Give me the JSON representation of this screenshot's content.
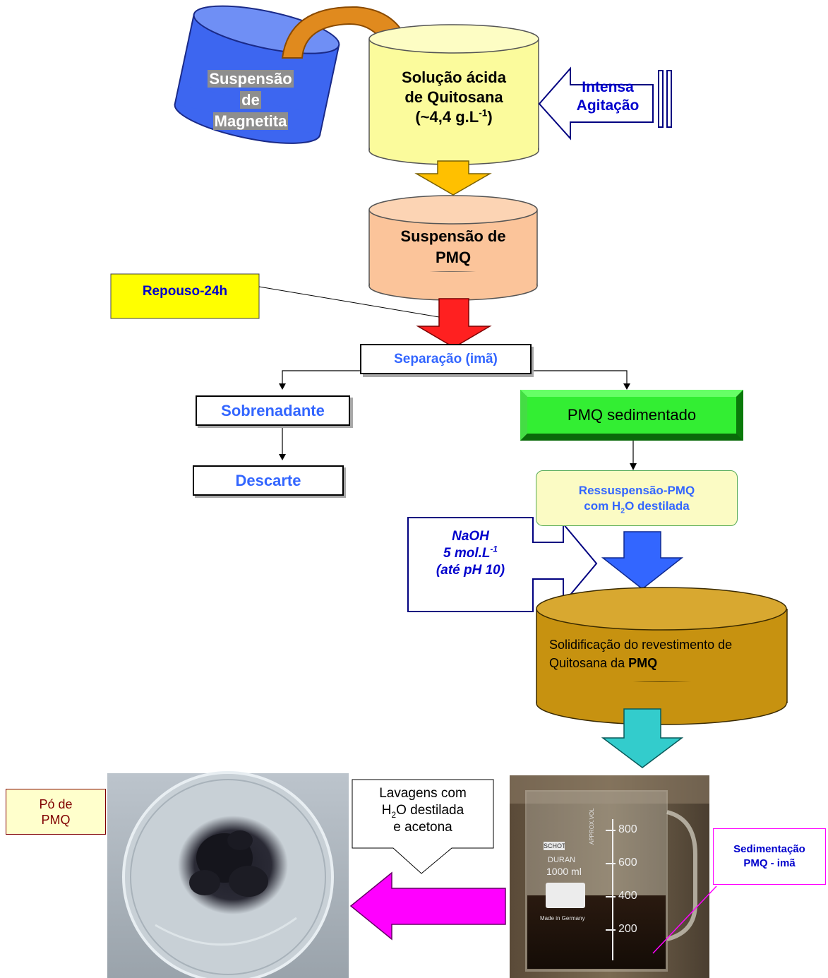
{
  "magnetite": {
    "line1": "Suspensão",
    "line2": "de",
    "line3": "Magnetita"
  },
  "chitosan_solution": {
    "line1": "Solução ácida",
    "line2": "de Quitosana",
    "concentration_prefix": "(~4,4 g.L",
    "concentration_exp": "-1",
    "concentration_suffix": ")"
  },
  "agitation": {
    "line1": "Intensa",
    "line2": "Agitação"
  },
  "pmq_suspension": {
    "line1": "Suspensão de",
    "line2": "PMQ"
  },
  "rest": "Repouso-24h",
  "separation": "Separação (imã)",
  "supernatant": "Sobrenadante",
  "discard": "Descarte",
  "sediment": "PMQ sedimentado",
  "resuspension": {
    "line1": "Ressuspensão-PMQ",
    "line2_pre": "com H",
    "line2_sub": "2",
    "line2_post": "O destilada"
  },
  "naoh": {
    "line1": "NaOH",
    "line2_pre": "5 mol.L",
    "line2_exp": "-1",
    "line3": "(até pH 10)"
  },
  "solidification": {
    "text": "Solidificação do revestimento de Quitosana da",
    "bold": "PMQ"
  },
  "powder_label": {
    "line1": "Pó de",
    "line2": "PMQ"
  },
  "washing": {
    "line1": "Lavagens com",
    "line2_pre": "H",
    "line2_sub": "2",
    "line2_post": "O destilada",
    "line3": "e acetona"
  },
  "sedimentation_label": {
    "line1": "Sedimentação",
    "line2": "PMQ - imã"
  },
  "beaker_marks": [
    "800",
    "600",
    "400",
    "200"
  ],
  "beaker_text": {
    "brand": "SCHOTT",
    "duran": "DURAN",
    "volume": "1000 ml",
    "approx": "APPROX.VOL",
    "origin": "Made in Germany"
  },
  "colors": {
    "magnetite_cylinder": "#3d66f0",
    "chitosan_cylinder": "#fbfb9c",
    "pmq_cylinder": "#fbc49a",
    "solid_cylinder": "#c79210",
    "rest_box": "#ffff00",
    "sediment_box": "#33ee33",
    "resuspension_box": "#fbfbc4",
    "label_blue": "#3366ff",
    "label_navy": "#0000cc",
    "powder_label_bg": "#ffffcc",
    "powder_label_text": "#800000",
    "magenta": "#ff00ff"
  }
}
